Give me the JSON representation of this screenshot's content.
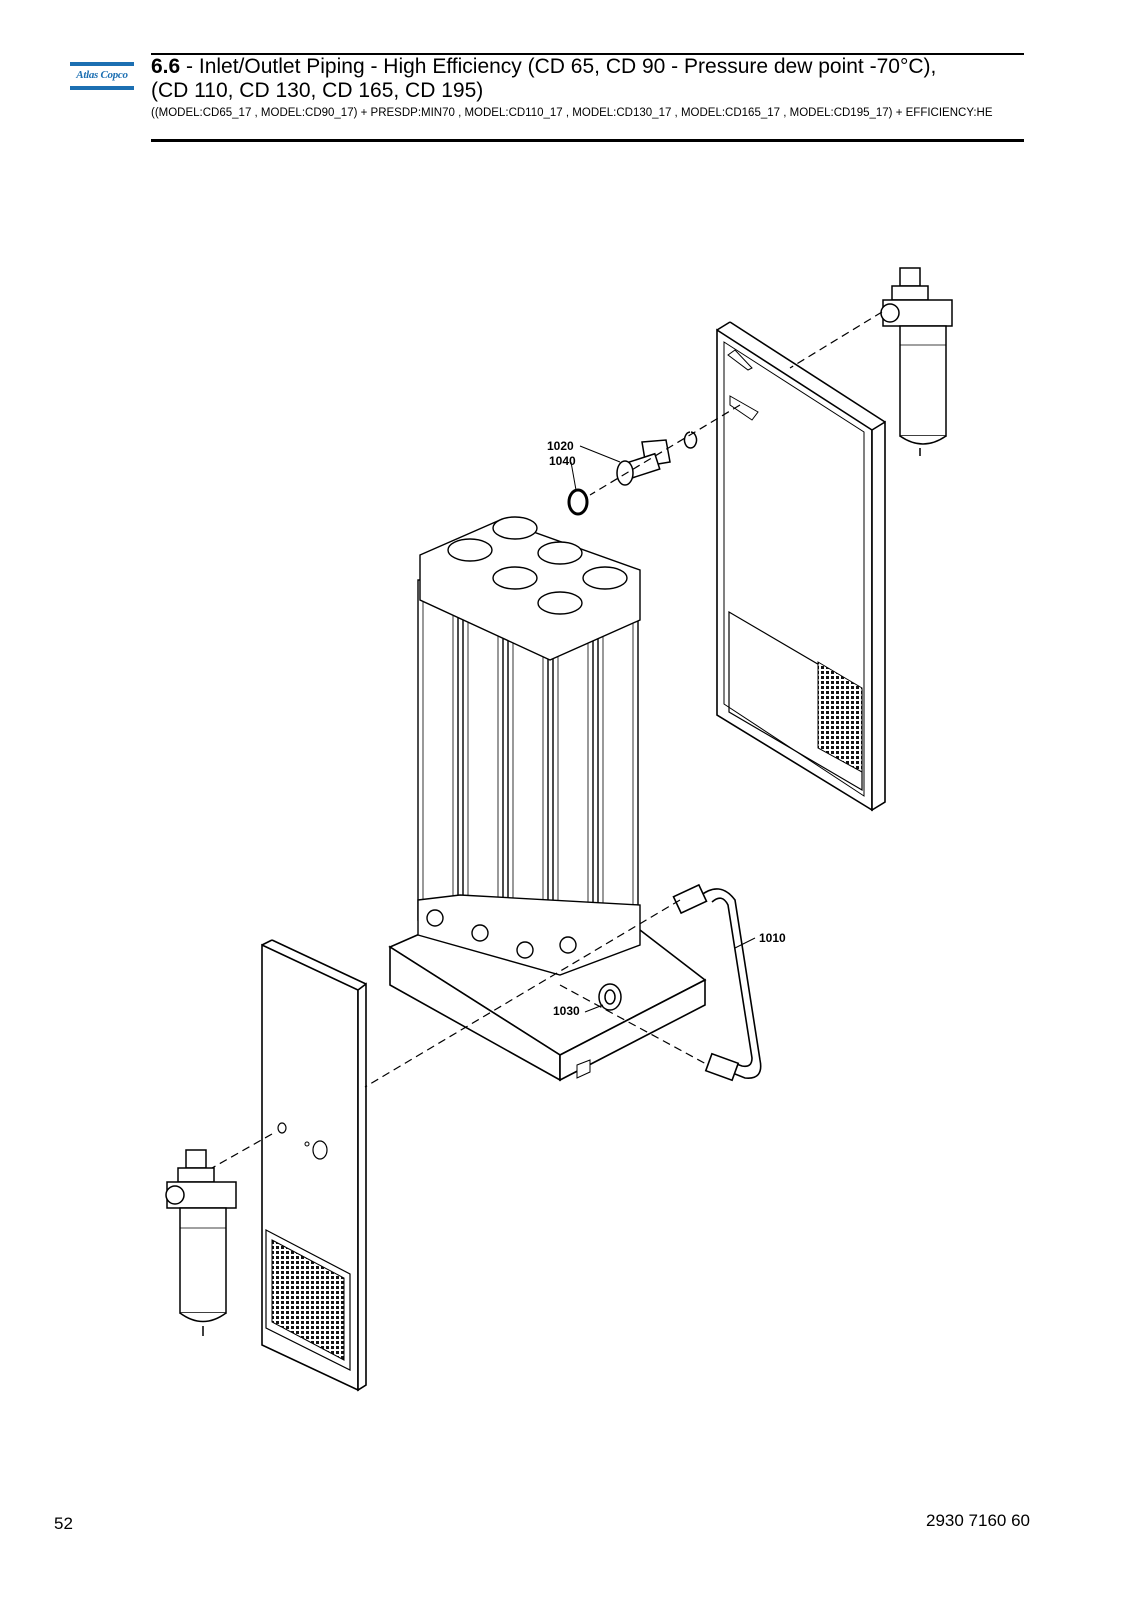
{
  "header": {
    "logo_text": "Atlas Copco",
    "section_number": "6.6",
    "title_line1": " - Inlet/Outlet Piping - High Efficiency (CD 65, CD 90 - Pressure dew point -70°C),",
    "title_line2": "(CD 110, CD 130, CD 165, CD 195)",
    "subtitle": "((MODEL:CD65_17 , MODEL:CD90_17) + PRESDP:MIN70 , MODEL:CD110_17 , MODEL:CD130_17 , MODEL:CD165_17 , MODEL:CD195_17) + EFFICIENCY:HE"
  },
  "callouts": {
    "c1020": "1020",
    "c1040": "1040",
    "c1010": "1010",
    "c1030": "1030"
  },
  "footer": {
    "page_number": "52",
    "document_number": "2930 7160 60"
  }
}
